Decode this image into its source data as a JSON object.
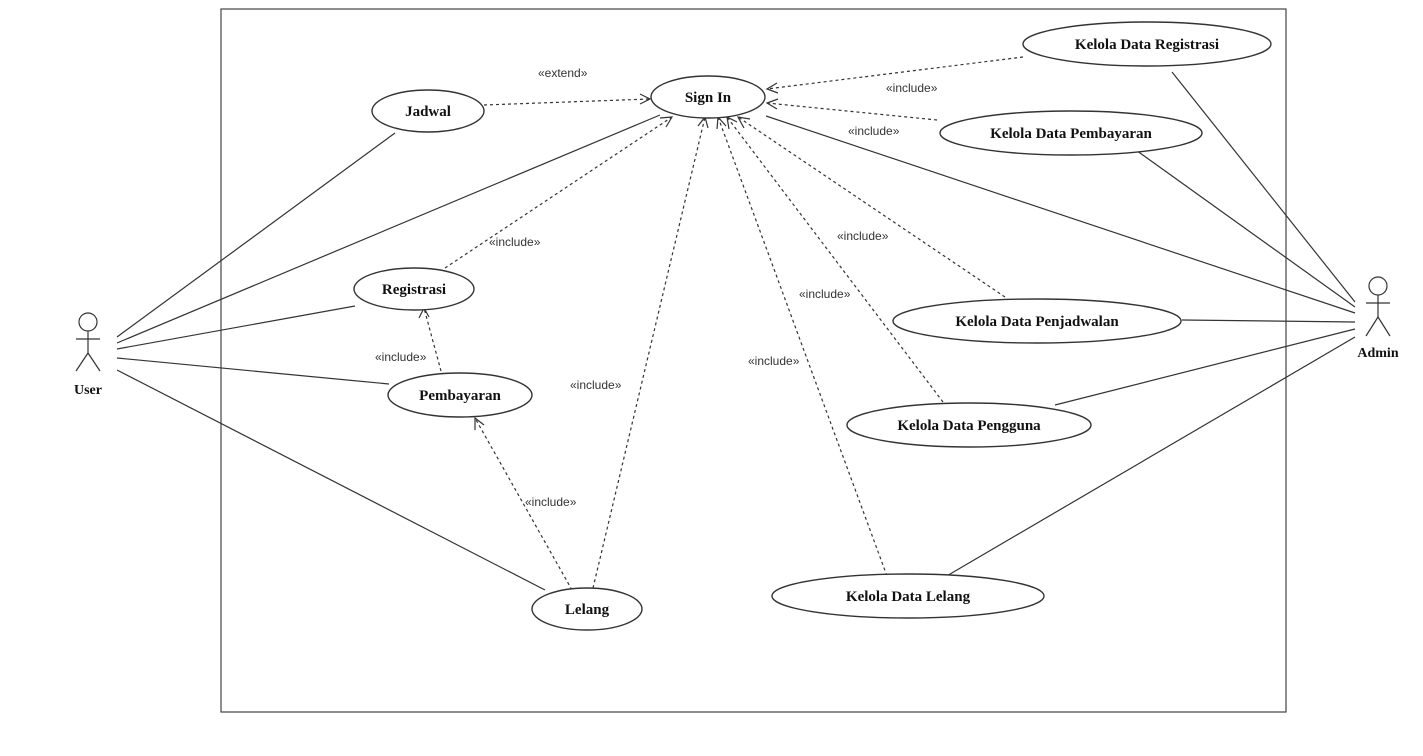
{
  "actors": {
    "user": "User",
    "admin": "Admin"
  },
  "use_cases": {
    "sign_in": "Sign In",
    "jadwal": "Jadwal",
    "registrasi": "Registrasi",
    "pembayaran": "Pembayaran",
    "lelang": "Lelang",
    "kelola_registrasi": "Kelola Data Registrasi",
    "kelola_pembayaran": "Kelola Data Pembayaran",
    "kelola_penjadwalan": "Kelola Data Penjadwalan",
    "kelola_pengguna": "Kelola Data Pengguna",
    "kelola_lelang": "Kelola Data Lelang"
  },
  "stereotypes": {
    "extend": "«extend»",
    "include": "«include»"
  }
}
